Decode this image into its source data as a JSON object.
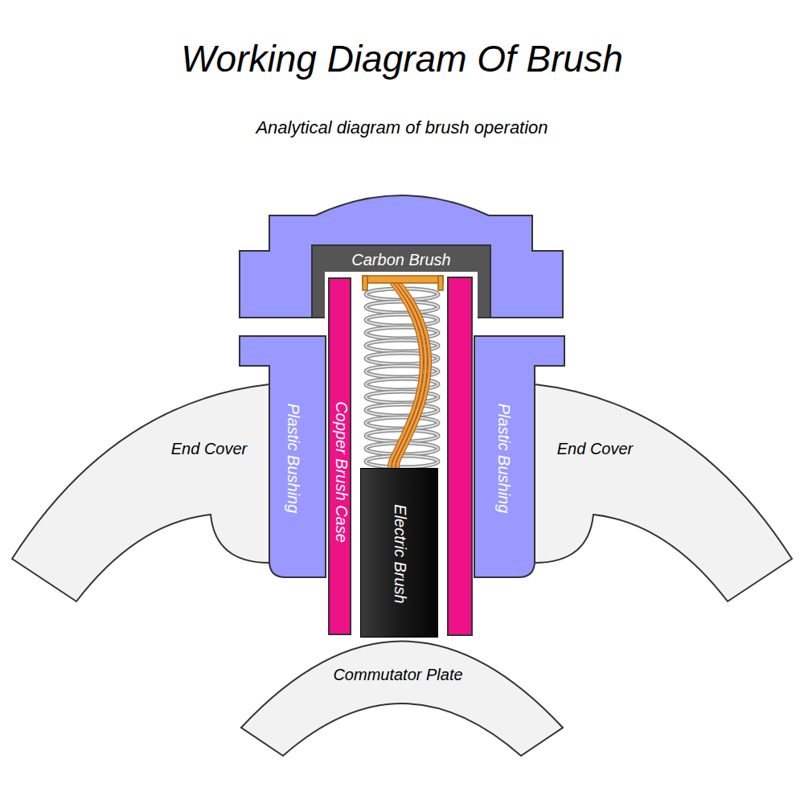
{
  "diagram": {
    "title": "Working Diagram Of Brush",
    "caption": "Analytical diagram of brush operation",
    "nodes": [
      {
        "text": [
          "Carbon Brush"
        ]
      },
      {
        "text": [
          "End Cover"
        ]
      },
      {
        "text": [
          "Plastic Bushing"
        ]
      },
      {
        "text": [
          "Copper Brush Case"
        ]
      },
      {
        "text": [
          "Electric Brush"
        ]
      },
      {
        "text": [
          "Plastic Bushing"
        ]
      },
      {
        "text": [
          "End Cover"
        ]
      },
      {
        "text": [
          "Commutator Plate"
        ]
      }
    ]
  }
}
